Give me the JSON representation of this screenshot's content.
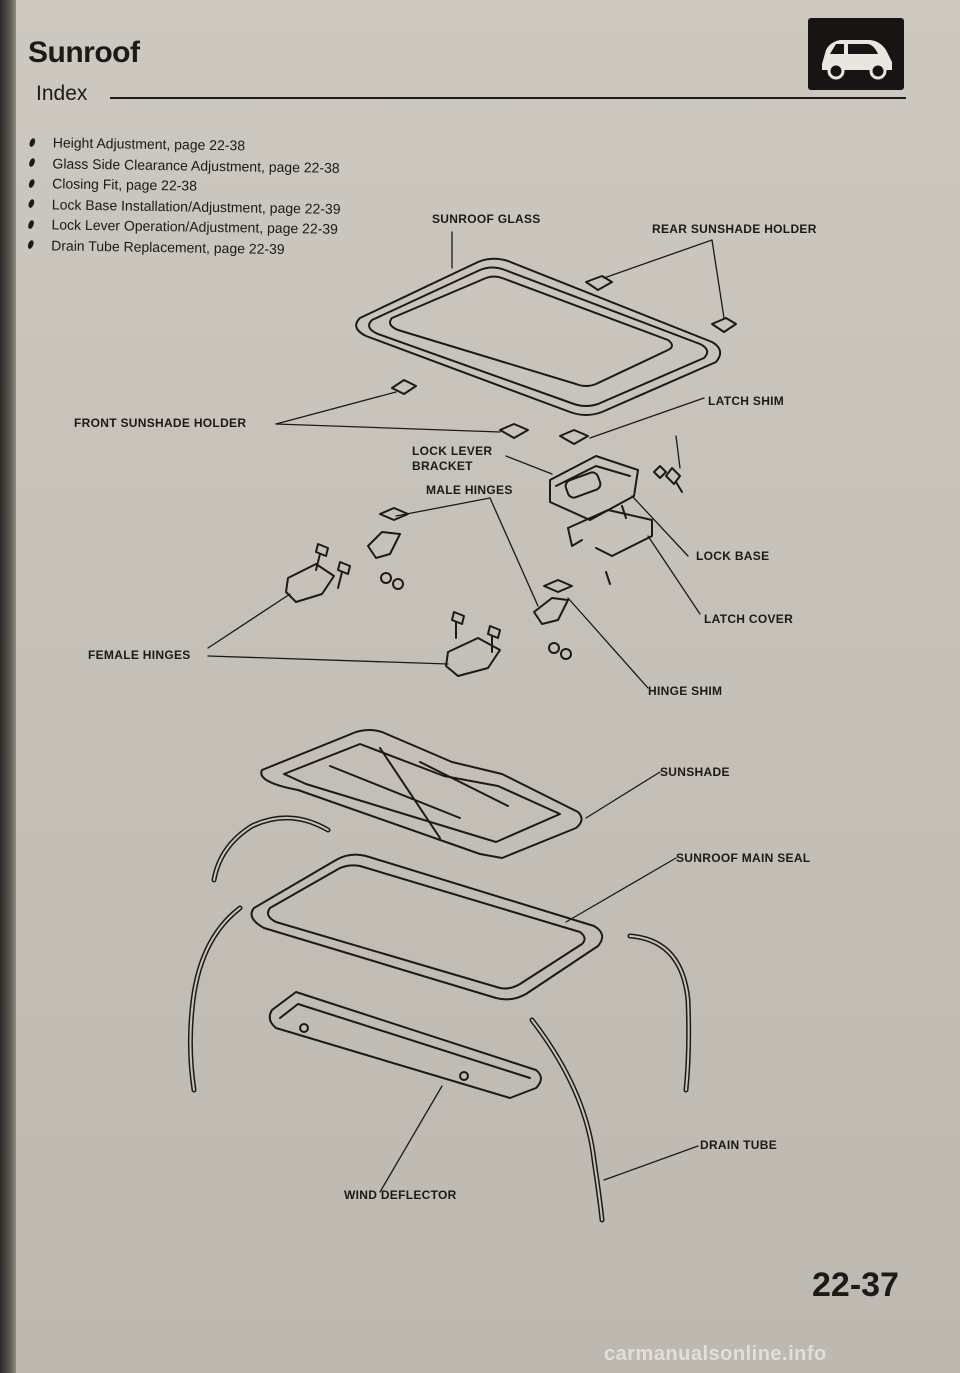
{
  "header": {
    "title": "Sunroof",
    "subtitle": "Index",
    "section_icon": "car-body-icon"
  },
  "index_items": [
    "Height Adjustment, page 22-38",
    "Glass Side Clearance Adjustment, page 22-38",
    "Closing Fit, page 22-38",
    "Lock Base Installation/Adjustment, page 22-39",
    "Lock Lever Operation/Adjustment, page 22-39",
    "Drain Tube Replacement, page 22-39"
  ],
  "callouts": {
    "sunroof_glass": "SUNROOF GLASS",
    "rear_sunshade_holder": "REAR SUNSHADE HOLDER",
    "front_sunshade_holder": "FRONT SUNSHADE HOLDER",
    "latch_shim": "LATCH SHIM",
    "lock_lever_bracket_1": "LOCK LEVER",
    "lock_lever_bracket_2": "BRACKET",
    "male_hinges": "MALE HINGES",
    "lock_base": "LOCK BASE",
    "latch_cover": "LATCH COVER",
    "female_hinges": "FEMALE HINGES",
    "hinge_shim": "HINGE SHIM",
    "sunshade": "SUNSHADE",
    "sunroof_main_seal": "SUNROOF MAIN SEAL",
    "drain_tube": "DRAIN TUBE",
    "wind_deflector": "WIND DEFLECTOR"
  },
  "footer": {
    "page_number": "22-37",
    "watermark": "carmanualsonline.info"
  },
  "colors": {
    "paper": "#c8c3bb",
    "ink": "#1c1a18"
  }
}
